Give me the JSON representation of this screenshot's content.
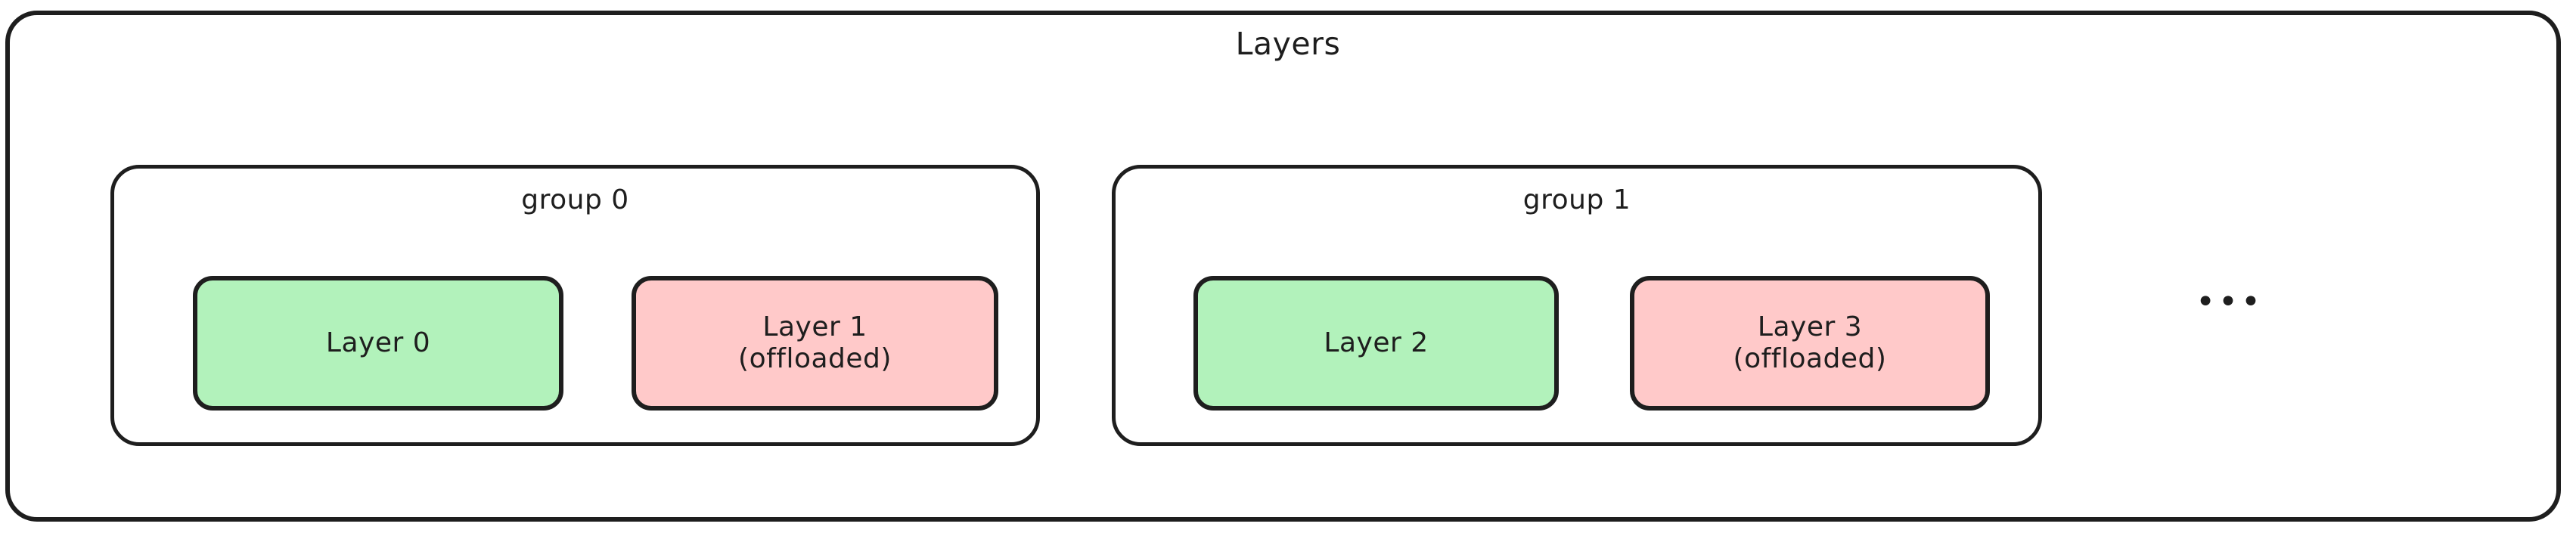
{
  "diagram": {
    "title": "Layers",
    "background_color": "#ffffff",
    "stroke_color": "#1e1e1e",
    "colors": {
      "resident_fill": "#b2f2bb",
      "offloaded_fill": "#ffc9c9",
      "stroke": "#1e1e1e"
    },
    "groups": [
      {
        "label": "group 0",
        "layers": [
          {
            "label": "Layer 0",
            "state": "resident",
            "fill": "#b2f2bb"
          },
          {
            "label": "Layer 1\n(offloaded)",
            "state": "offloaded",
            "fill": "#ffc9c9"
          }
        ]
      },
      {
        "label": "group 1",
        "layers": [
          {
            "label": "Layer 2",
            "state": "resident",
            "fill": "#b2f2bb"
          },
          {
            "label": "Layer 3\n(offloaded)",
            "state": "offloaded",
            "fill": "#ffc9c9"
          }
        ]
      }
    ],
    "continuation_marker": "•••"
  }
}
